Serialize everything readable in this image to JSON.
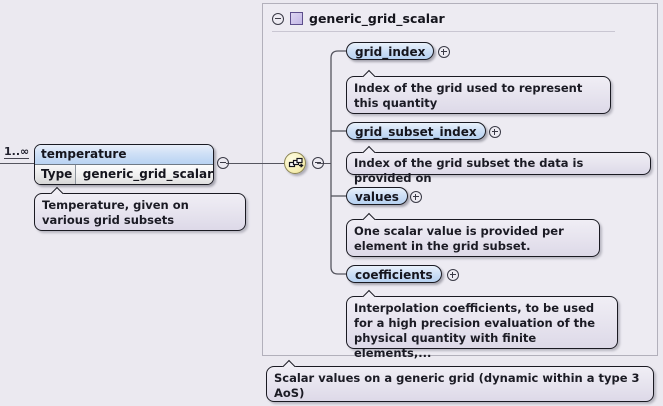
{
  "diagram": {
    "type": "xml-schema-element-diagram",
    "background_color": "#ebe9f0"
  },
  "root_element": {
    "cardinality": "1..∞",
    "name": "temperature",
    "type_label": "Type",
    "type_value": "generic_grid_scalar",
    "annotation": "Temperature, given on various grid subsets",
    "collapse_icon": "minus-circle-icon"
  },
  "compositor": {
    "icon": "sequence-icon",
    "collapse_icon": "minus-circle-icon"
  },
  "group": {
    "title": "generic_grid_scalar",
    "collapse_icon": "minus-circle-icon",
    "type_icon": "complex-type-square-icon",
    "annotation": "Scalar values on a generic grid (dynamic within a type 3 AoS)",
    "children": [
      {
        "name": "grid_index",
        "expand_icon": "plus-circle-icon",
        "annotation": "Index of the grid used to represent this quantity"
      },
      {
        "name": "grid_subset_index",
        "expand_icon": "plus-circle-icon",
        "annotation": "Index of the grid subset the data is provided on"
      },
      {
        "name": "values",
        "expand_icon": "plus-circle-icon",
        "annotation": "One scalar value is provided per element in the grid subset."
      },
      {
        "name": "coefficients",
        "expand_icon": "plus-circle-icon",
        "annotation": "Interpolation coefficients, to be used for a high precision evaluation of the physical quantity with finite elements,..."
      }
    ]
  },
  "colors": {
    "element_fill": "#cfe0f6",
    "note_fill": "#e6e3ee",
    "group_fill": "#edebf2",
    "sequence_fill": "#f7f0b8",
    "line": "#55555f"
  }
}
